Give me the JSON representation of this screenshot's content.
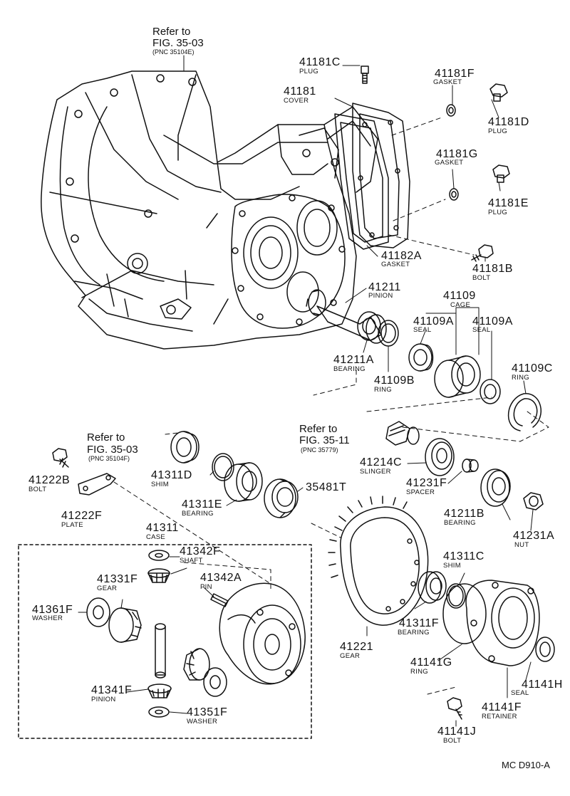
{
  "refs": [
    {
      "title": "Refer to",
      "fig": "FIG. 35-03",
      "pnc": "(PNC 35104E)"
    },
    {
      "title": "Refer to",
      "fig": "FIG. 35-03",
      "pnc": "(PNC 35104F)"
    },
    {
      "title": "Refer to",
      "fig": "FIG. 35-11",
      "pnc": "(PNC 35779)"
    }
  ],
  "parts": [
    {
      "num": "41181C",
      "name": "PLUG"
    },
    {
      "num": "41181F",
      "name": "GASKET"
    },
    {
      "num": "41181",
      "name": "COVER"
    },
    {
      "num": "41181D",
      "name": "PLUG"
    },
    {
      "num": "41181G",
      "name": "GASKET"
    },
    {
      "num": "41181E",
      "name": "PLUG"
    },
    {
      "num": "41182A",
      "name": "GASKET"
    },
    {
      "num": "41181B",
      "name": "BOLT"
    },
    {
      "num": "41211",
      "name": "PINION"
    },
    {
      "num": "41109",
      "name": "CAGE"
    },
    {
      "num": "41109A",
      "name": "SEAL"
    },
    {
      "num": "41109A",
      "name": "SEAL"
    },
    {
      "num": "41211A",
      "name": "BEARING"
    },
    {
      "num": "41109B",
      "name": "RING"
    },
    {
      "num": "41109C",
      "name": "RING"
    },
    {
      "num": "41222B",
      "name": "BOLT"
    },
    {
      "num": "41311D",
      "name": "SHIM"
    },
    {
      "num": "41214C",
      "name": "SLINGER"
    },
    {
      "num": "41231F",
      "name": "SPACER"
    },
    {
      "num": "35481T",
      "name": ""
    },
    {
      "num": "41311E",
      "name": "BEARING"
    },
    {
      "num": "41211B",
      "name": "BEARING"
    },
    {
      "num": "41222F",
      "name": "PLATE"
    },
    {
      "num": "41231A",
      "name": "NUT"
    },
    {
      "num": "41311",
      "name": "CASE"
    },
    {
      "num": "41342F",
      "name": "SHAFT"
    },
    {
      "num": "41311C",
      "name": "SHIM"
    },
    {
      "num": "41331F",
      "name": "GEAR"
    },
    {
      "num": "41342A",
      "name": "PIN"
    },
    {
      "num": "41361F",
      "name": "WASHER"
    },
    {
      "num": "41311F",
      "name": "BEARING"
    },
    {
      "num": "41221",
      "name": "GEAR"
    },
    {
      "num": "41141G",
      "name": "RING"
    },
    {
      "num": "41141H",
      "name": "SEAL"
    },
    {
      "num": "41341F",
      "name": "PINION"
    },
    {
      "num": "41141F",
      "name": "RETAINER"
    },
    {
      "num": "41351F",
      "name": "WASHER"
    },
    {
      "num": "41141J",
      "name": "BOLT"
    }
  ],
  "diagram_code": "MC D910-A"
}
